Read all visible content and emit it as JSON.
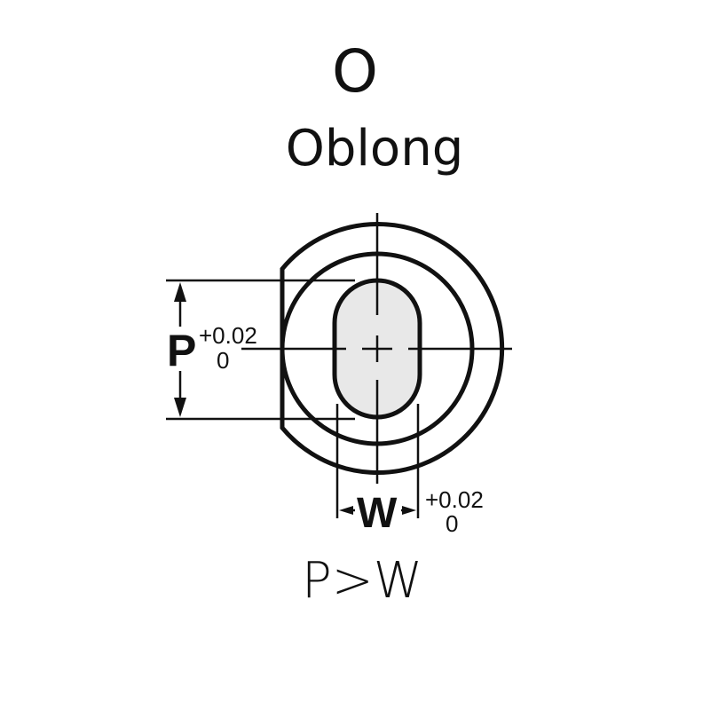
{
  "header": {
    "code": "O",
    "name": "Oblong"
  },
  "diagram": {
    "p_label": "P",
    "p_tol_upper": "+0.02",
    "p_tol_lower": "0",
    "w_label": "W",
    "w_tol_upper": "+0.02",
    "w_tol_lower": "0",
    "fill_color": "#e8e8e8",
    "line_color": "#111111"
  },
  "footer": {
    "formula": "P>W"
  }
}
